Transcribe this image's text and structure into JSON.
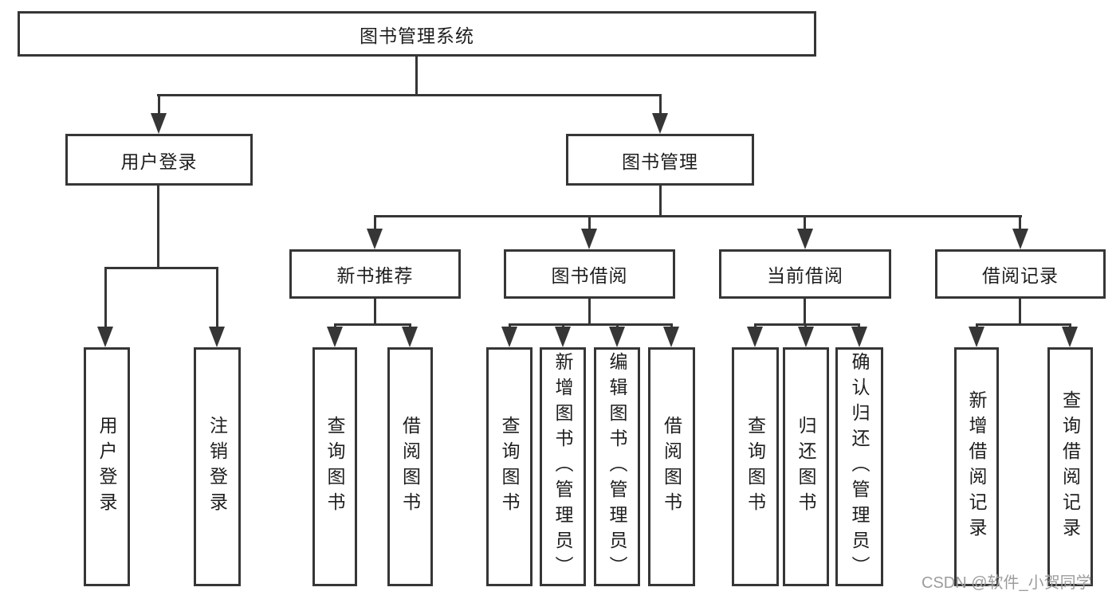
{
  "diagram": {
    "root": {
      "label": "图书管理系统"
    },
    "level2": [
      {
        "label": "用户登录"
      },
      {
        "label": "图书管理"
      }
    ],
    "level3": [
      {
        "label": "新书推荐"
      },
      {
        "label": "图书借阅"
      },
      {
        "label": "当前借阅"
      },
      {
        "label": "借阅记录"
      }
    ],
    "leaves": {
      "user_login": [
        {
          "label": "用户登录"
        },
        {
          "label": "注销登录"
        }
      ],
      "new_books": [
        {
          "label": "查询图书"
        },
        {
          "label": "借阅图书"
        }
      ],
      "book_borrow": [
        {
          "label": "查询图书"
        },
        {
          "label": "新增图书（管理员）"
        },
        {
          "label": "编辑图书（管理员）"
        },
        {
          "label": "借阅图书"
        }
      ],
      "current_borrow": [
        {
          "label": "查询图书"
        },
        {
          "label": "归还图书"
        },
        {
          "label": "确认归还（管理员）"
        }
      ],
      "borrow_records": [
        {
          "label": "新增借阅记录"
        },
        {
          "label": "查询借阅记录"
        }
      ]
    }
  },
  "watermark": {
    "text": "CSDN @软件_小贺同学"
  },
  "colors": {
    "line": "#363636",
    "text": "#1e1e1e",
    "watermark": "#9c9c9c",
    "background": "#ffffff"
  }
}
